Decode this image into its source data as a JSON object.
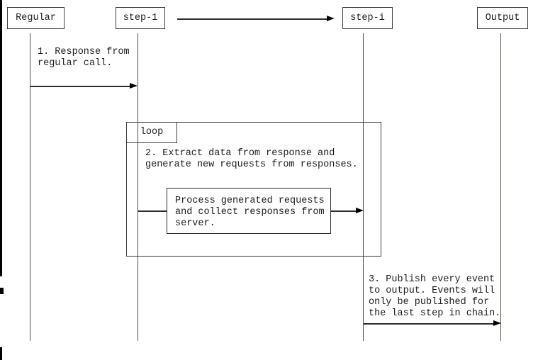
{
  "diagram_type": "uml-sequence-diagram",
  "actors": [
    {
      "label": "Regular"
    },
    {
      "label": "step-1"
    },
    {
      "label": "step-i"
    },
    {
      "label": "Output"
    }
  ],
  "loop": {
    "label": "loop"
  },
  "messages": {
    "response_from_regular": "1. Response from\nregular call.",
    "extract_note": "2. Extract data from response and\ngenerate new requests from responses.",
    "process_note": "Process generated requests\nand collect responses from\nserver.",
    "publish_note": "3. Publish every event\nto output. Events will\nonly be published for\nthe last step in chain."
  },
  "colors": {
    "background": "#ffffff",
    "line": "#3d3d3d",
    "arrow": "#000000",
    "text": "#1c1c1c"
  }
}
